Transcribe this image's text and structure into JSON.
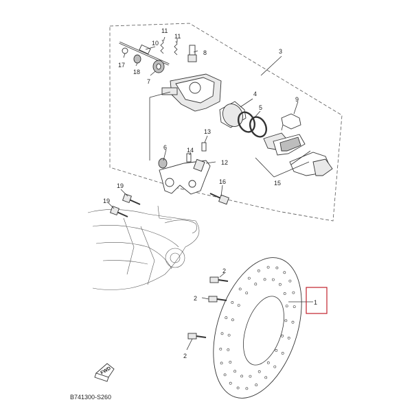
{
  "diagram": {
    "part_labels": [
      "1",
      "2",
      "2",
      "2",
      "3",
      "4",
      "5",
      "6",
      "7",
      "8",
      "9",
      "10",
      "11",
      "11",
      "12",
      "13",
      "14",
      "15",
      "16",
      "17",
      "18",
      "19",
      "19"
    ],
    "fwd_label": "FWD",
    "reference_code": "B741300-S260",
    "highlight_color": "#c0202a",
    "line_color": "#333333"
  }
}
